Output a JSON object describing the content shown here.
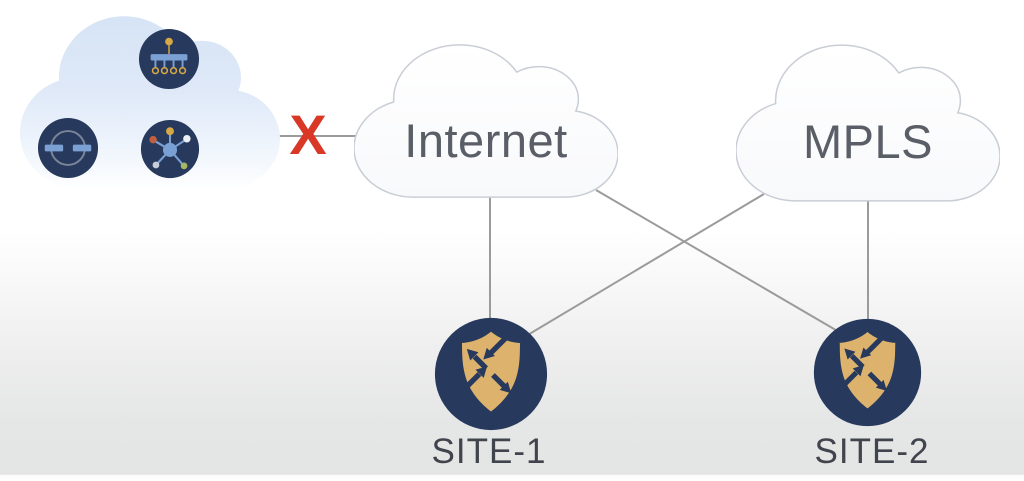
{
  "diagram": {
    "controllers_cloud": {
      "icons": [
        "management-icon",
        "orchestrator-icon",
        "controller-icon"
      ]
    },
    "internet_cloud": {
      "label": "Internet"
    },
    "mpls_cloud": {
      "label": "MPLS"
    },
    "sites": [
      {
        "label": "SITE-1"
      },
      {
        "label": "SITE-2"
      }
    ],
    "broken_link": {
      "marker": "X",
      "color": "#da3827"
    },
    "colors": {
      "controller_cloud_fill": "#dce8f7",
      "node_navy": "#27395c",
      "icon_light_blue": "#7aa0d4",
      "shield_gold": "#ddb26d",
      "link_line": "#9b9b9b",
      "cloud_outline": "#c9cdd5",
      "cloud_text": "#5a5e67",
      "site_text": "#40444c"
    }
  }
}
